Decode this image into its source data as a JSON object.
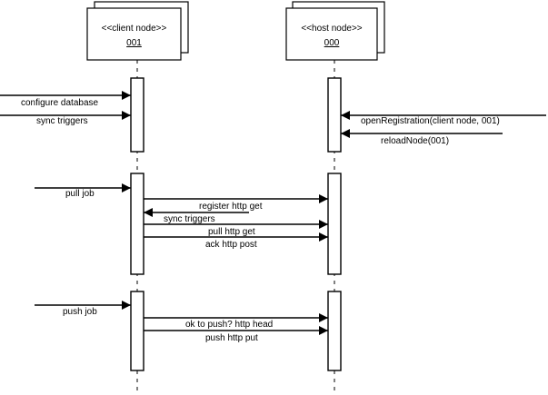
{
  "nodes": {
    "client": {
      "stereotype": "<<client node>>",
      "id": "001"
    },
    "host": {
      "stereotype": "<<host node>>",
      "id": "000"
    }
  },
  "messages": {
    "configure_database": "configure database",
    "sync_triggers_in": "sync triggers",
    "open_registration": "openRegistration(client node, 001)",
    "reload_node": "reloadNode(001)",
    "pull_job": "pull job",
    "register_http_get": "register http get",
    "sync_triggers_return": "sync triggers",
    "pull_http_get": "pull http get",
    "ack_http_post": "ack http post",
    "push_job": "push job",
    "ok_to_push": "ok to push? http head",
    "push_http_put": "push http put"
  }
}
